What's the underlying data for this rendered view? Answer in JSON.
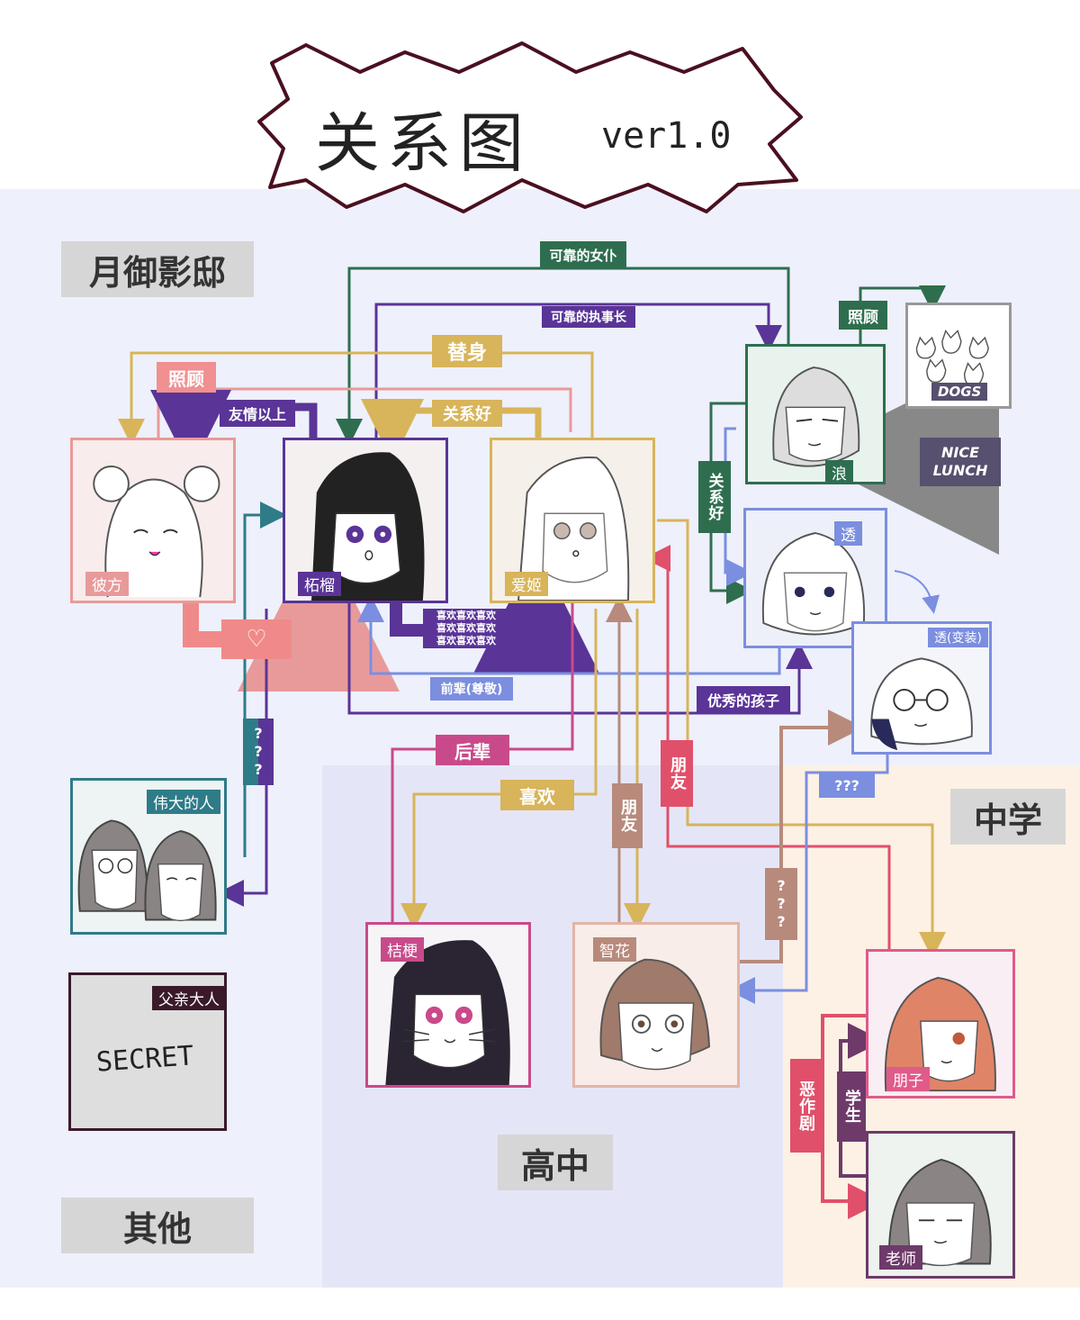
{
  "title": {
    "main": "关系图",
    "version": "ver1.0"
  },
  "zones": {
    "mansion": "月御影邸",
    "other": "其他",
    "high_school": "高中",
    "middle_school": "中学"
  },
  "characters": {
    "kanata": "彼方",
    "zakuro": "柘榴",
    "aiki": "爱姬",
    "rou": "浪",
    "tooru": "透",
    "tooru_disguise": "透(变装)",
    "great_people": "伟大的人",
    "father": "父亲大人",
    "kikyou": "桔梗",
    "chika": "智花",
    "tomoko": "朋子",
    "teacher": "老师"
  },
  "dogs": {
    "label": "DOGS",
    "lunch": "NICE LUNCH"
  },
  "secret_text": "SECRET",
  "relations": {
    "reliable_maid": "可靠的女仆",
    "reliable_butler": "可靠的执事长",
    "care_rou": "照顾",
    "substitute": "替身",
    "care_kanata": "照顾",
    "beyond_friendship": "友情以上",
    "good_relation": "关系好",
    "good_relation_v": "关系好",
    "heart": "♡",
    "like_repeated_1": "喜欢喜欢喜欢",
    "like_repeated_2": "喜欢喜欢喜欢",
    "like_repeated_3": "喜欢喜欢喜欢",
    "senior_respect": "前辈(尊敬)",
    "excellent_child": "优秀的孩子",
    "junior": "后辈",
    "like": "喜欢",
    "friend_1": "朋友",
    "friend_2": "朋友",
    "question_1": "???",
    "question_2": "???",
    "question_3": "???",
    "prank": "恶作剧",
    "student": "学生"
  },
  "colors": {
    "green": "#2e6e4f",
    "purple": "#5a3497",
    "yellow": "#d8b45a",
    "pink": "#e89a9a",
    "blue": "#7b8ee0",
    "magenta": "#c94a8a",
    "tan": "#b88a7c",
    "red": "#e0506a",
    "teal": "#2e7c88",
    "plum": "#6e3a6a"
  }
}
